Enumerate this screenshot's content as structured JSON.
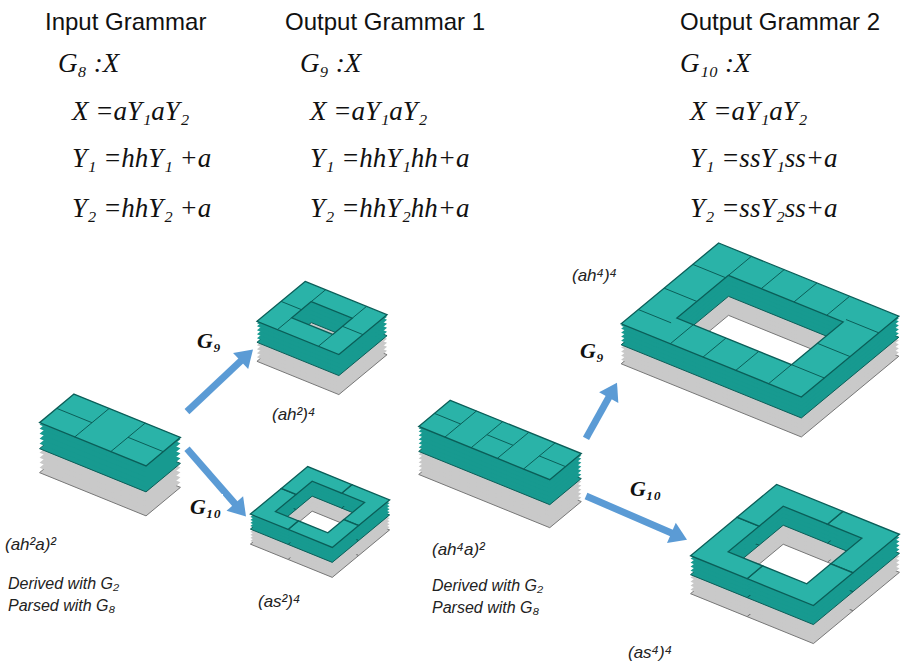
{
  "diagram": {
    "nodes": [
      {
        "text": [
          "(ah²a)²",
          "Derived with G₂ Parsed with G₈"
        ]
      },
      {
        "text": [
          "(ah²)⁴"
        ]
      },
      {
        "text": [
          "(as²)⁴"
        ]
      },
      {
        "text": [
          "(ah⁴a)²",
          "Derived with G₂ Parsed with G₈"
        ]
      },
      {
        "text": [
          "(ah⁴)⁴"
        ]
      },
      {
        "text": [
          "(as⁴)⁴"
        ]
      }
    ],
    "edges": [
      {
        "from": 0,
        "to": 1,
        "arrow": "to",
        "label": "G₉"
      },
      {
        "from": 0,
        "to": 2,
        "arrow": "to",
        "label": "G₁₀"
      },
      {
        "from": 3,
        "to": 4,
        "arrow": "to",
        "label": "G₉"
      },
      {
        "from": 3,
        "to": 5,
        "arrow": "to",
        "label": "G₁₀"
      }
    ],
    "labels": [
      "Input Grammar",
      "Output Grammar 1",
      "Output Grammar 2",
      "G₈ :X",
      "X =aY₁aY₂",
      "Y₁ =hhY₁ +a",
      "Y₂ =hhY₂ +a",
      "G₉ :X",
      "X =aY₁aY₂",
      "Y₁ =hhY₁hh+a",
      "Y₂ =hhY₂hh+a",
      "G₁₀ :X",
      "X =aY₁aY₂",
      "Y₁ =ssY₁ss+a",
      "Y₂ =ssY₂ss+a"
    ]
  }
}
